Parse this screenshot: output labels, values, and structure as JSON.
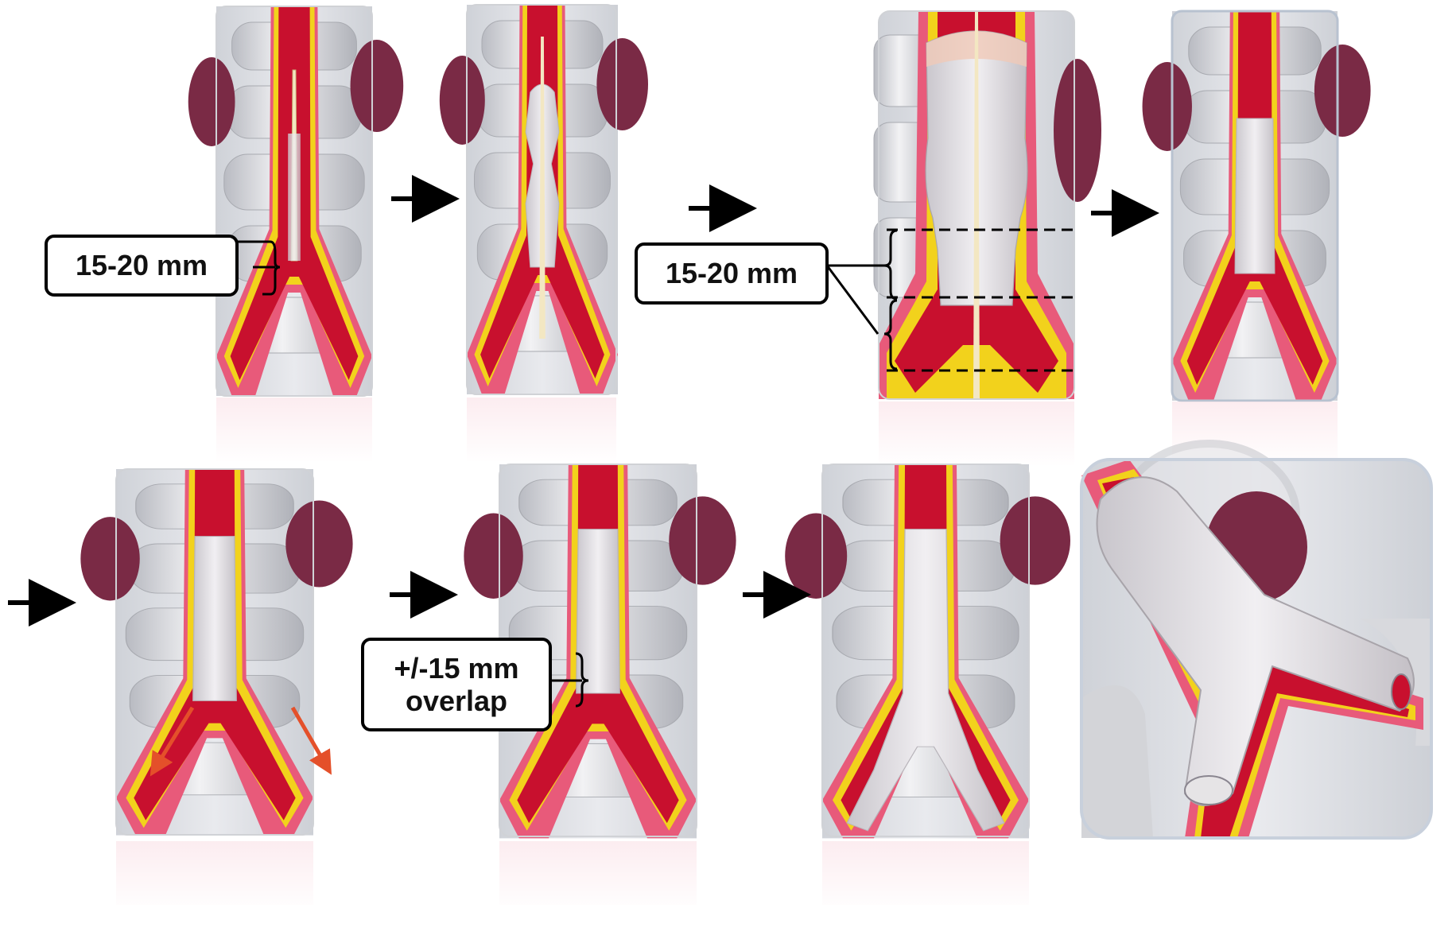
{
  "labels": {
    "measure_1": "15-20 mm",
    "measure_2": "15-20 mm",
    "overlap_line1": "+/-15 mm",
    "overlap_line2": "overlap"
  },
  "colors": {
    "vessel_red": "#c8102e",
    "vessel_pink": "#e85a7a",
    "plaque_yellow": "#f2d21c",
    "graft_gray": "#e6e4e6",
    "spine_gray": "#d9d9dc",
    "kidney_purple": "#7a2a45",
    "arrow_black": "#000000",
    "arrow_orange": "#e4502a"
  },
  "panels": [
    {
      "id": "step-1",
      "content": "catheter-in-aneurysm"
    },
    {
      "id": "step-2",
      "content": "main-body-partially-deployed"
    },
    {
      "id": "step-3",
      "content": "main-body-close-up-with-measurements"
    },
    {
      "id": "step-4",
      "content": "main-body-deployed"
    },
    {
      "id": "step-5",
      "content": "guidewires-into-iliacs"
    },
    {
      "id": "step-6",
      "content": "limb-overlap"
    },
    {
      "id": "step-7",
      "content": "limbs-deployed"
    },
    {
      "id": "step-8",
      "content": "3d-completed-graft"
    }
  ]
}
